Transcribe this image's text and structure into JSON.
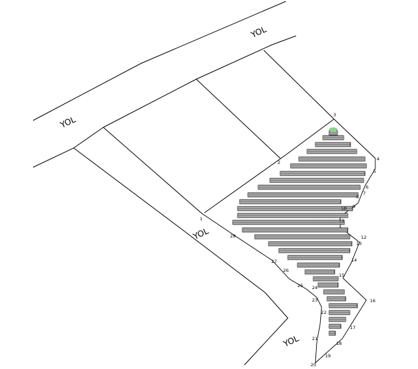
{
  "map": {
    "road_labels": [
      "YOL",
      "YOL",
      "YOL",
      "YOL"
    ],
    "point_labels": [
      "1",
      "2",
      "3",
      "4",
      "5",
      "6",
      "7",
      "8",
      "9",
      "10",
      "11",
      "12",
      "13",
      "14",
      "15",
      "16",
      "17",
      "18",
      "19",
      "20",
      "21",
      "22",
      "23",
      "24",
      "25",
      "26",
      "27",
      "28"
    ],
    "colors": {
      "line": "#000000",
      "plant_block": "#111111",
      "marker": "#7ddc7d"
    },
    "planting": {
      "description_none": "",
      "row_block_icon": "grid-block-icon",
      "marker_icon": "green-ellipse-marker"
    }
  }
}
